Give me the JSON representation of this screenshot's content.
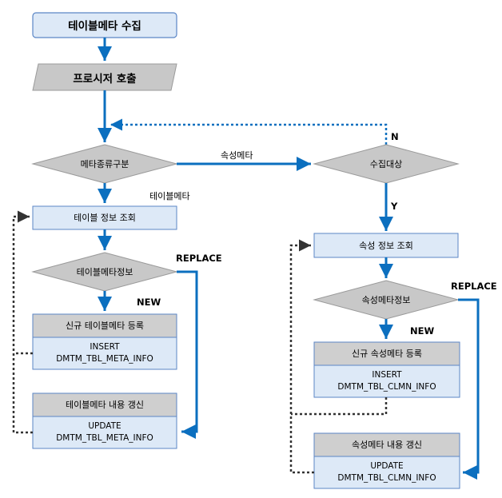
{
  "colors": {
    "box_fill": "#dde9f7",
    "box_stroke": "#5b86c6",
    "header_fill": "#cfcfcf",
    "decision_fill": "#c8c8c8",
    "arrow": "#0b6fbf",
    "dotted": "#333333"
  },
  "nodes": {
    "start": "테이블메타 수집",
    "proc_call": "프로시저 호출",
    "meta_kind": "메타종류구분",
    "collect_target": "수집대상",
    "table_lookup": "테이블 정보 조회",
    "table_meta_info": "테이블메타정보",
    "new_table_title": "신규 테이블메타 등록",
    "new_table_body_1": "INSERT",
    "new_table_body_2": "DMTM_TBL_META_INFO",
    "upd_table_title": "테이블메타 내용 갱신",
    "upd_table_body_1": "UPDATE",
    "upd_table_body_2": "DMTM_TBL_META_INFO",
    "attr_lookup": "속성 정보 조회",
    "attr_meta_info": "속성메타정보",
    "new_attr_title": "신규 속성메타 등록",
    "new_attr_body_1": "INSERT",
    "new_attr_body_2": "DMTM_TBL_CLMN_INFO",
    "upd_attr_title": "속성메타 내용 갱신",
    "upd_attr_body_1": "UPDATE",
    "upd_attr_body_2": "DMTM_TBL_CLMN_INFO"
  },
  "edge_labels": {
    "attr_meta": "속성메타",
    "table_meta": "테이블메타",
    "n": "N",
    "y": "Y",
    "replace_left": "REPLACE",
    "new_left": "NEW",
    "replace_right": "REPLACE",
    "new_right": "NEW"
  }
}
